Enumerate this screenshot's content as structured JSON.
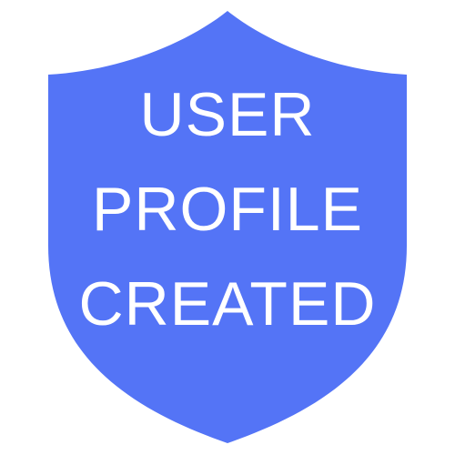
{
  "badge": {
    "lines": [
      "USER",
      "PROFILE",
      "CREATED"
    ],
    "fill_color": "#5474f6",
    "text_color": "#ffffff",
    "icon": "shield-icon"
  }
}
